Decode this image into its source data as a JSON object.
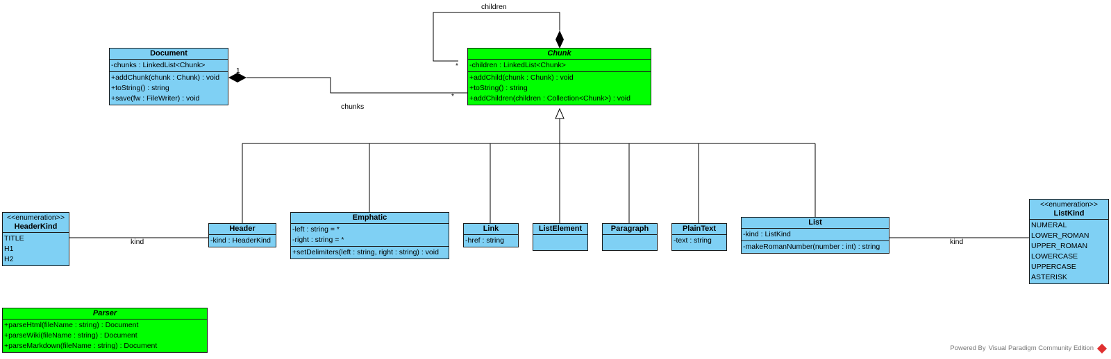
{
  "classes": {
    "document": {
      "name": "Document",
      "attributes": [
        "-chunks : LinkedList<Chunk>"
      ],
      "methods": [
        "+addChunk(chunk : Chunk) : void",
        "+toString() : string",
        "+save(fw : FileWriter) : void"
      ]
    },
    "chunk": {
      "name": "Chunk",
      "attributes": [
        "-children : LinkedList<Chunk>"
      ],
      "methods": [
        "+addChild(chunk : Chunk) : void",
        "+toString() : string",
        "+addChildren(children : Collection<Chunk>) : void"
      ]
    },
    "headerkind": {
      "stereotype": "<<enumeration>>",
      "name": "HeaderKind",
      "literals": [
        "TITLE",
        "H1",
        "H2"
      ]
    },
    "header": {
      "name": "Header",
      "attributes": [
        "-kind : HeaderKind"
      ]
    },
    "emphatic": {
      "name": "Emphatic",
      "attributes": [
        "-left : string = *",
        "-right : string = *"
      ],
      "methods": [
        "+setDelimiters(left : string, right : string) : void"
      ]
    },
    "link": {
      "name": "Link",
      "attributes": [
        "-href : string"
      ]
    },
    "listelement": {
      "name": "ListElement"
    },
    "paragraph": {
      "name": "Paragraph"
    },
    "plaintext": {
      "name": "PlainText",
      "attributes": [
        "-text : string"
      ]
    },
    "list": {
      "name": "List",
      "attributes": [
        "-kind : ListKind"
      ],
      "methods": [
        "-makeRomanNumber(number : int) : string"
      ]
    },
    "listkind": {
      "stereotype": "<<enumeration>>",
      "name": "ListKind",
      "literals": [
        "NUMERAL",
        "LOWER_ROMAN",
        "UPPER_ROMAN",
        "LOWERCASE",
        "UPPERCASE",
        "ASTERISK"
      ]
    },
    "parser": {
      "name": "Parser",
      "methods": [
        "+parseHtml(fileName : string) : Document",
        "+parseWiki(fileName : string) : Document",
        "+parseMarkdown(fileName : string) : Document"
      ]
    }
  },
  "labels": {
    "children": "children",
    "chunks": "chunks",
    "kind_header": "kind",
    "kind_list": "kind"
  },
  "multiplicities": {
    "self_star": "*",
    "doc_one": "1",
    "chunk_star": "*"
  },
  "footer": {
    "powered": "Powered By",
    "product": "Visual Paradigm Community Edition"
  },
  "colors": {
    "class_fill": "#7fd0f4",
    "abstract_fill": "#00ff00",
    "line": "#000000"
  }
}
